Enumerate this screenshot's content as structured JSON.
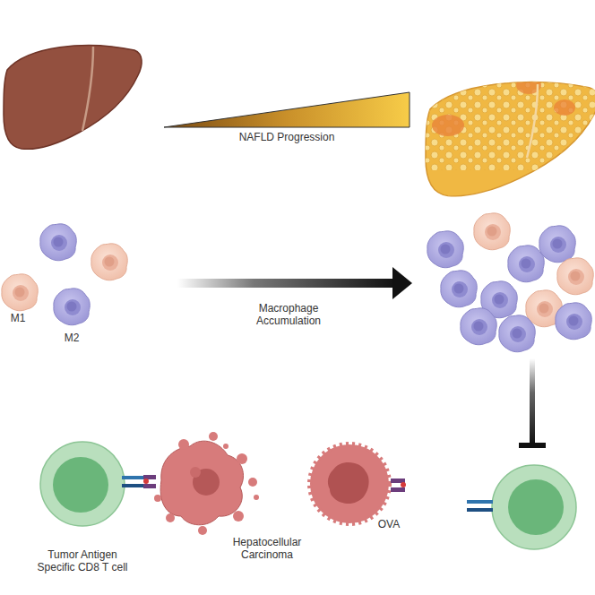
{
  "diagram": {
    "labels": [
      "NAFLD Progression",
      "M1",
      "M2",
      "Macrophage Accumulation",
      "Tumor Antigen Specific CD8 T cell",
      "Hepatocellular Carcinoma",
      "OVA"
    ]
  }
}
